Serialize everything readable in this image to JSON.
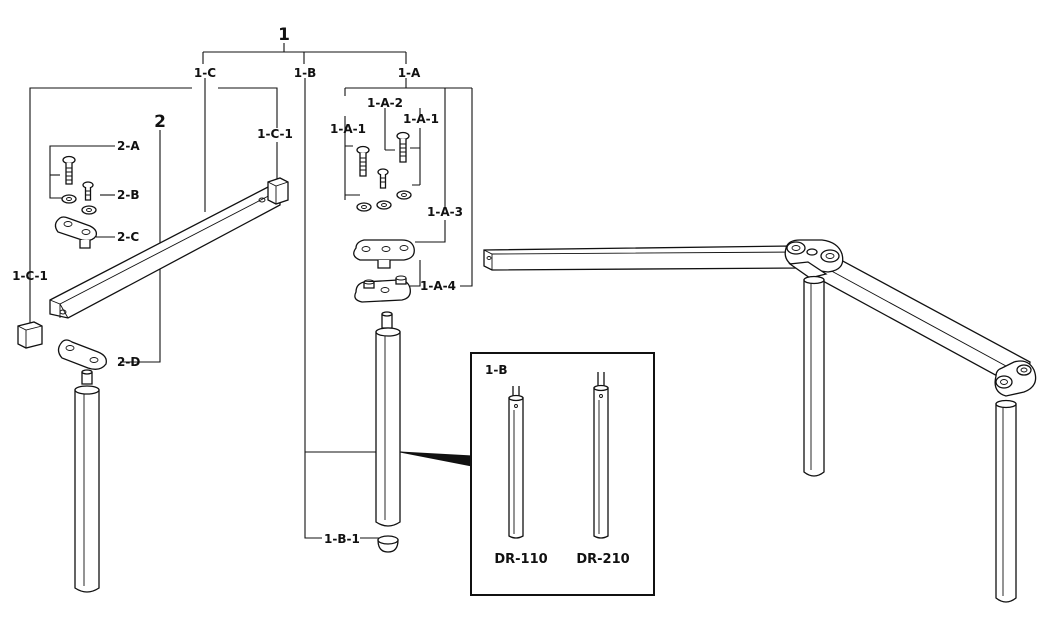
{
  "labels": {
    "assembly": "1",
    "sub_c": "1-C",
    "sub_b": "1-B",
    "sub_a": "1-A",
    "a1_left": "1-A-1",
    "a2": "1-A-2",
    "a1_right": "1-A-1",
    "a3": "1-A-3",
    "a4": "1-A-4",
    "c1_top": "1-C-1",
    "c1_left": "1-C-1",
    "b1": "1-B-1",
    "group2": "2",
    "p2a": "2-A",
    "p2b": "2-B",
    "p2c": "2-C",
    "p2d": "2-D"
  },
  "inset": {
    "title": "1-B",
    "model_left": "DR-110",
    "model_right": "DR-210"
  }
}
